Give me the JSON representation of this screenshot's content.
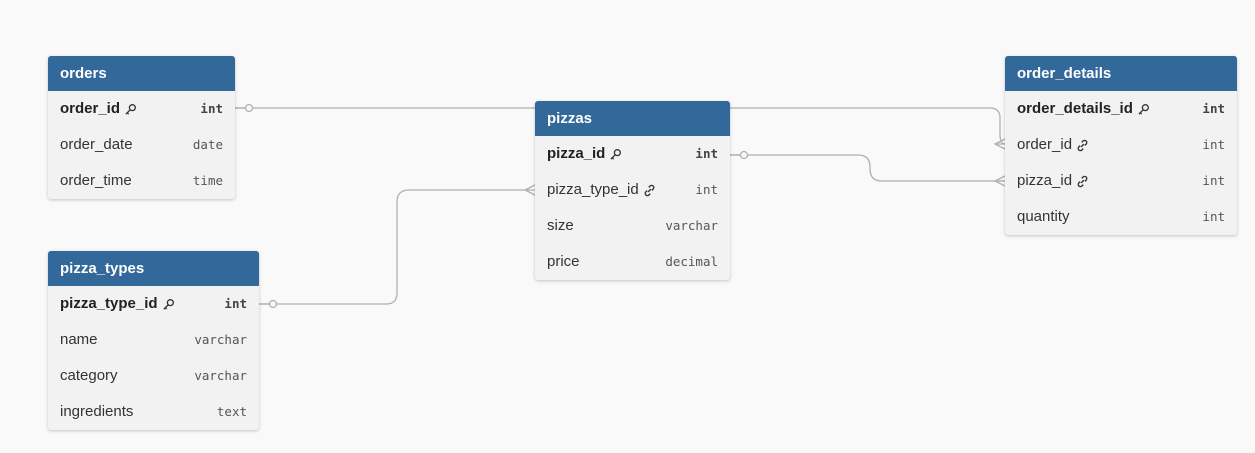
{
  "diagram": {
    "colors": {
      "header": "#33689a",
      "body": "#f2f2f2",
      "background": "#f9f9f9",
      "line": "#b0b0b0"
    },
    "tables": {
      "orders": {
        "name": "orders",
        "fields": [
          {
            "name": "order_id",
            "type": "int",
            "pk": true,
            "fk": false
          },
          {
            "name": "order_date",
            "type": "date",
            "pk": false,
            "fk": false
          },
          {
            "name": "order_time",
            "type": "time",
            "pk": false,
            "fk": false
          }
        ]
      },
      "pizza_types": {
        "name": "pizza_types",
        "fields": [
          {
            "name": "pizza_type_id",
            "type": "int",
            "pk": true,
            "fk": false
          },
          {
            "name": "name",
            "type": "varchar",
            "pk": false,
            "fk": false
          },
          {
            "name": "category",
            "type": "varchar",
            "pk": false,
            "fk": false
          },
          {
            "name": "ingredients",
            "type": "text",
            "pk": false,
            "fk": false
          }
        ]
      },
      "pizzas": {
        "name": "pizzas",
        "fields": [
          {
            "name": "pizza_id",
            "type": "int",
            "pk": true,
            "fk": false
          },
          {
            "name": "pizza_type_id",
            "type": "int",
            "pk": false,
            "fk": true
          },
          {
            "name": "size",
            "type": "varchar",
            "pk": false,
            "fk": false
          },
          {
            "name": "price",
            "type": "decimal",
            "pk": false,
            "fk": false
          }
        ]
      },
      "order_details": {
        "name": "order_details",
        "fields": [
          {
            "name": "order_details_id",
            "type": "int",
            "pk": true,
            "fk": false
          },
          {
            "name": "order_id",
            "type": "int",
            "pk": false,
            "fk": true
          },
          {
            "name": "pizza_id",
            "type": "int",
            "pk": false,
            "fk": true
          },
          {
            "name": "quantity",
            "type": "int",
            "pk": false,
            "fk": false
          }
        ]
      }
    },
    "relationships": [
      {
        "from": "orders.order_id",
        "to": "order_details.order_id",
        "cardinality": "one-to-many"
      },
      {
        "from": "pizzas.pizza_id",
        "to": "order_details.pizza_id",
        "cardinality": "one-to-many"
      },
      {
        "from": "pizza_types.pizza_type_id",
        "to": "pizzas.pizza_type_id",
        "cardinality": "one-to-many"
      }
    ]
  }
}
